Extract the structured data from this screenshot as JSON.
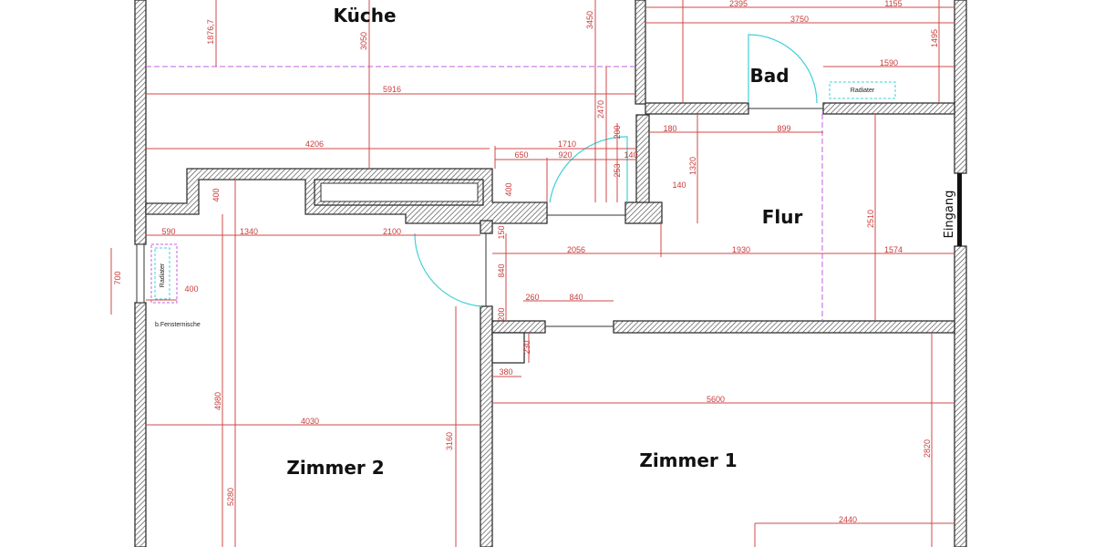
{
  "rooms": {
    "kitchen": "Küche",
    "bathroom": "Bad",
    "hallway": "Flur",
    "entrance": "Eingang",
    "room2": "Zimmer 2",
    "room1": "Zimmer 1"
  },
  "annotations": {
    "radiator_bath": "Radiater",
    "radiator_room2": "Radiater",
    "window_niche": "b.Fensternische"
  },
  "dimensions": [
    "1876,7",
    "3050",
    "3450",
    "5916",
    "4206",
    "1710",
    "650",
    "920",
    "140",
    "2470",
    "200",
    "253",
    "400",
    "400",
    "2395",
    "1155",
    "3750",
    "1495",
    "1590",
    "180",
    "899",
    "1320",
    "140",
    "2510",
    "590",
    "1340",
    "2100",
    "150",
    "2056",
    "1930",
    "1574",
    "700",
    "400",
    "840",
    "260",
    "840",
    "200",
    "230",
    "380",
    "5600",
    "4980",
    "4030",
    "3160",
    "5280",
    "2820",
    "2440"
  ],
  "colors": {
    "dimension": "#d04848",
    "door": "#40d0d8",
    "centerline": "#c060e0",
    "wall_outline": "#333333"
  }
}
